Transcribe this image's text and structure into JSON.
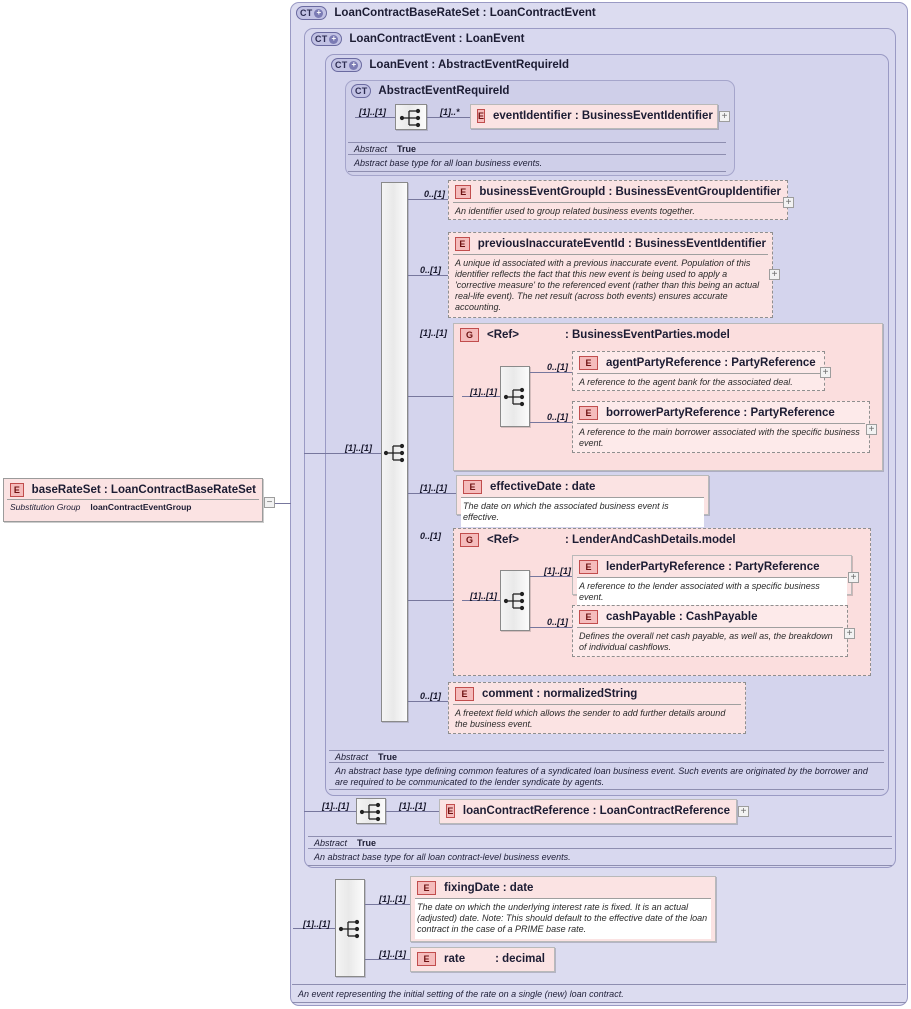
{
  "diagram": {
    "title": "LoanContractBaseRateSet XSD structure diagram",
    "colors": {
      "container_bg": "#dcdcf0",
      "container_border": "#9a9ac4",
      "element_bg": "#fbe3e3",
      "badge_border": "#c14d4d",
      "line": "#77779d"
    }
  },
  "root_element": {
    "badge": "E",
    "label": "baseRateSet : LoanContractBaseRateSet",
    "meta_key": "Substitution Group",
    "meta_value": "loanContractEventGroup",
    "collapse_handle": "−"
  },
  "containers": [
    {
      "badge": "CT",
      "expand": "+",
      "title": "LoanContractBaseRateSet : LoanContractEvent"
    },
    {
      "badge": "CT",
      "expand": "+",
      "title": "LoanContractEvent : LoanEvent"
    },
    {
      "badge": "CT",
      "expand": "+",
      "title": "LoanEvent : AbstractEventRequireId"
    },
    {
      "badge": "CT",
      "expand": "",
      "title": "AbstractEventRequireId"
    }
  ],
  "abstract_blocks": [
    {
      "key": "Abstract",
      "value": "True",
      "description": "Abstract base type for all loan business events."
    },
    {
      "key": "Abstract",
      "value": "True",
      "description": "An abstract base type defining common features of a syndicated loan business event. Such events are originated by the borrower and are required to be communicated to the lender syndicate by agents."
    },
    {
      "key": "Abstract",
      "value": "True",
      "description": "An abstract base type for all loan contract-level business events."
    }
  ],
  "root_description": "An event representing the initial setting of the rate on a single (new) loan contract.",
  "nodes": [
    {
      "id": "eventIdentifier",
      "badge": "E",
      "label": "eventIdentifier : BusinessEventIdentifier",
      "description": "",
      "cardinality_in": "[1]..[1]",
      "cardinality_out": "[1]..*",
      "handle": "+",
      "style": "solid"
    },
    {
      "id": "businessEventGroupId",
      "badge": "E",
      "label": "businessEventGroupId : BusinessEventGroupIdentifier",
      "description": "An identifier used to group related business events together.",
      "cardinality": "0..[1]",
      "handle": "+",
      "style": "dashed"
    },
    {
      "id": "previousInaccurateEventId",
      "badge": "E",
      "label": "previousInaccurateEventId : BusinessEventIdentifier",
      "description": "A unique id associated with a previous inaccurate event. Population of this identifier reflects the fact that this new event is being used to apply a 'corrective measure' to the referenced event (rather than this being an actual real-life event). The net result (across both events) ensures accurate accounting.",
      "cardinality": "0..[1]",
      "handle": "+",
      "style": "dashed"
    },
    {
      "id": "businessEventParties",
      "badge": "G",
      "label": "<Ref>          : BusinessEventParties.model",
      "label_ref": "<Ref>",
      "label_type": ": BusinessEventParties.model",
      "cardinality": "[1]..[1]",
      "style": "solid-group"
    },
    {
      "id": "agentPartyReference",
      "badge": "E",
      "label": "agentPartyReference : PartyReference",
      "description": "A reference to the agent bank for the associated deal.",
      "cardinality": "0..[1]",
      "handle": "+",
      "style": "dashed"
    },
    {
      "id": "borrowerPartyReference",
      "badge": "E",
      "label": "borrowerPartyReference : PartyReference",
      "description": "A reference to the main borrower associated with the specific business event.",
      "cardinality": "0..[1]",
      "handle": "+",
      "style": "dashed"
    },
    {
      "id": "businessEventParties-inner-seq",
      "cardinality": "[1]..[1]"
    },
    {
      "id": "effectiveDate",
      "badge": "E",
      "label": "effectiveDate : date",
      "description": "The date on which the associated business event is effective.",
      "cardinality": "[1]..[1]",
      "handle": "",
      "style": "solid"
    },
    {
      "id": "lenderAndCashDetails",
      "badge": "G",
      "label_ref": "<Ref>",
      "label_type": ": LenderAndCashDetails.model",
      "cardinality": "0..[1]",
      "style": "dashed-group"
    },
    {
      "id": "lenderPartyReference",
      "badge": "E",
      "label": "lenderPartyReference : PartyReference",
      "description": "A reference to the lender associated with a specific business event.",
      "cardinality": "[1]..[1]",
      "handle": "+",
      "style": "solid"
    },
    {
      "id": "cashPayable",
      "badge": "E",
      "label": "cashPayable : CashPayable",
      "description": "Defines the overall net cash payable, as well as, the breakdown of individual cashflows.",
      "cardinality": "0..[1]",
      "handle": "+",
      "style": "dashed"
    },
    {
      "id": "lenderAndCash-inner-seq",
      "cardinality": "[1]..[1]"
    },
    {
      "id": "comment",
      "badge": "E",
      "label": "comment : normalizedString",
      "description": "A freetext field which allows the sender to add further details around the business event.",
      "cardinality": "0..[1]",
      "handle": "",
      "style": "dashed"
    },
    {
      "id": "loanContractReference",
      "badge": "E",
      "label": "loanContractReference : LoanContractReference",
      "description": "",
      "cardinality_in": "[1]..[1]",
      "cardinality_out": "[1]..[1]",
      "handle": "+",
      "style": "solid"
    },
    {
      "id": "fixingDate",
      "badge": "E",
      "label": "fixingDate : date",
      "description": "The date on which the underlying interest rate is fixed. It is an actual (adjusted) date. Note: This should default to the effective date of the loan contract in the case of a PRIME base rate.",
      "cardinality": "[1]..[1]",
      "handle": "",
      "style": "solid"
    },
    {
      "id": "rate",
      "badge": "E",
      "label": "rate          : decimal",
      "label_name": "rate",
      "label_type": ": decimal",
      "cardinality": "[1]..[1]",
      "handle": "",
      "style": "solid"
    },
    {
      "id": "main-seq",
      "cardinality": "[1]..[1]"
    },
    {
      "id": "bottom-seq",
      "cardinality": "[1]..[1]"
    }
  ],
  "icons": {
    "sequence": "sequence-compositor-icon",
    "expand": "+",
    "collapse": "−"
  }
}
